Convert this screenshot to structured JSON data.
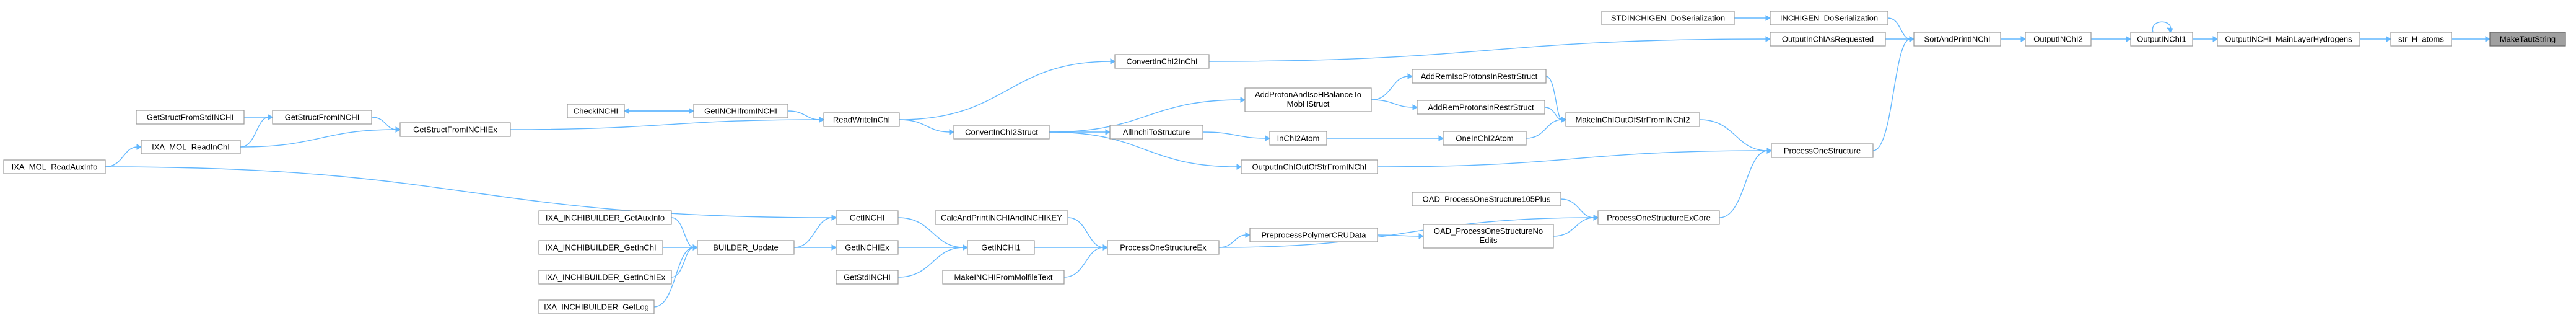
{
  "diagram": {
    "type": "call-graph",
    "nodes": [
      {
        "id": "MakeTautString",
        "label": "MakeTautString",
        "root": true
      },
      {
        "id": "str_H_atoms",
        "label": "str_H_atoms"
      },
      {
        "id": "OutputINCHI_MainLayerHydrogens",
        "label": "OutputINCHI_MainLayerHydrogens"
      },
      {
        "id": "OutputINChI1",
        "label": "OutputINChI1"
      },
      {
        "id": "OutputINChI2",
        "label": "OutputINChI2"
      },
      {
        "id": "SortAndPrintINChI",
        "label": "SortAndPrintINChI"
      },
      {
        "id": "INCHIGEN_DoSerialization",
        "label": "INCHIGEN_DoSerialization"
      },
      {
        "id": "STDINCHIGEN_DoSerialization",
        "label": "STDINCHIGEN_DoSerialization"
      },
      {
        "id": "OutputInChIAsRequested",
        "label": "OutputInChIAsRequested"
      },
      {
        "id": "ConvertInChI2InChI",
        "label": "ConvertInChI2InChI"
      },
      {
        "id": "ProcessOneStructure",
        "label": "ProcessOneStructure"
      },
      {
        "id": "ProcessOneStructureExCore",
        "label": "ProcessOneStructureExCore"
      },
      {
        "id": "OAD_ProcessOneStructure105Plus",
        "label": "OAD_ProcessOneStructure105Plus"
      },
      {
        "id": "OAD_ProcessOneStructureNoEdits",
        "label": [
          "OAD_ProcessOneStructureNo",
          "Edits"
        ]
      },
      {
        "id": "PreprocessPolymerCRUData",
        "label": "PreprocessPolymerCRUData"
      },
      {
        "id": "ProcessOneStructureEx",
        "label": "ProcessOneStructureEx"
      },
      {
        "id": "GetINCHI1",
        "label": "GetINCHI1"
      },
      {
        "id": "CalcAndPrintINCHIAndINCHIKEY",
        "label": "CalcAndPrintINCHIAndINCHIKEY"
      },
      {
        "id": "MakeINCHIFromMolfileText",
        "label": "MakeINCHIFromMolfileText"
      },
      {
        "id": "GetINCHI",
        "label": "GetINCHI"
      },
      {
        "id": "GetINCHIEx",
        "label": "GetINCHIEx"
      },
      {
        "id": "GetStdINCHI",
        "label": "GetStdINCHI"
      },
      {
        "id": "BUILDER_Update",
        "label": "BUILDER_Update"
      },
      {
        "id": "IXA_INCHIBUILDER_GetAuxInfo",
        "label": "IXA_INCHIBUILDER_GetAuxInfo"
      },
      {
        "id": "IXA_INCHIBUILDER_GetInChI",
        "label": "IXA_INCHIBUILDER_GetInChI"
      },
      {
        "id": "IXA_INCHIBUILDER_GetInChIEx",
        "label": "IXA_INCHIBUILDER_GetInChIEx"
      },
      {
        "id": "IXA_INCHIBUILDER_GetLog",
        "label": "IXA_INCHIBUILDER_GetLog"
      },
      {
        "id": "IXA_MOL_ReadAuxInfo",
        "label": "IXA_MOL_ReadAuxInfo"
      },
      {
        "id": "MakeInChIOutOfStrFromINChI2",
        "label": "MakeInChIOutOfStrFromINChI2"
      },
      {
        "id": "AddRemIsoProtonsInRestrStruct",
        "label": "AddRemIsoProtonsInRestrStruct"
      },
      {
        "id": "AddRemProtonsInRestrStruct",
        "label": "AddRemProtonsInRestrStruct"
      },
      {
        "id": "OneInChI2Atom",
        "label": "OneInChI2Atom"
      },
      {
        "id": "OutputInChIOutOfStrFromINChI",
        "label": "OutputInChIOutOfStrFromINChI"
      },
      {
        "id": "AddProtonAndIsoHBalanceToMobHStruct",
        "label": [
          "AddProtonAndIsoHBalanceTo",
          "MobHStruct"
        ]
      },
      {
        "id": "InChI2Atom",
        "label": "InChI2Atom"
      },
      {
        "id": "AllInchiToStructure",
        "label": "AllInchiToStructure"
      },
      {
        "id": "ConvertInChI2Struct",
        "label": "ConvertInChI2Struct"
      },
      {
        "id": "ReadWriteInChI",
        "label": "ReadWriteInChI"
      },
      {
        "id": "GetINCHIfromINCHI",
        "label": "GetINCHIfromINCHI"
      },
      {
        "id": "CheckINCHI",
        "label": "CheckINCHI"
      },
      {
        "id": "GetStructFromINCHIEx",
        "label": "GetStructFromINCHIEx"
      },
      {
        "id": "GetStructFromINCHI",
        "label": "GetStructFromINCHI"
      },
      {
        "id": "GetStructFromStdINCHI",
        "label": "GetStructFromStdINCHI"
      },
      {
        "id": "IXA_MOL_ReadInChI",
        "label": "IXA_MOL_ReadInChI"
      }
    ],
    "edges": [
      [
        "str_H_atoms",
        "MakeTautString"
      ],
      [
        "OutputINCHI_MainLayerHydrogens",
        "str_H_atoms"
      ],
      [
        "OutputINChI1",
        "OutputINCHI_MainLayerHydrogens"
      ],
      [
        "OutputINChI1",
        "OutputINChI1"
      ],
      [
        "OutputINChI2",
        "OutputINChI1"
      ],
      [
        "SortAndPrintINChI",
        "OutputINChI2"
      ],
      [
        "INCHIGEN_DoSerialization",
        "SortAndPrintINChI"
      ],
      [
        "STDINCHIGEN_DoSerialization",
        "INCHIGEN_DoSerialization"
      ],
      [
        "OutputInChIAsRequested",
        "SortAndPrintINChI"
      ],
      [
        "ConvertInChI2InChI",
        "OutputInChIAsRequested"
      ],
      [
        "ProcessOneStructure",
        "SortAndPrintINChI"
      ],
      [
        "ProcessOneStructureExCore",
        "ProcessOneStructure"
      ],
      [
        "OAD_ProcessOneStructure105Plus",
        "ProcessOneStructureExCore"
      ],
      [
        "OAD_ProcessOneStructureNoEdits",
        "ProcessOneStructureExCore"
      ],
      [
        "PreprocessPolymerCRUData",
        "OAD_ProcessOneStructureNoEdits"
      ],
      [
        "ProcessOneStructureEx",
        "PreprocessPolymerCRUData"
      ],
      [
        "ProcessOneStructureEx",
        "ProcessOneStructureExCore"
      ],
      [
        "GetINCHI1",
        "ProcessOneStructureEx"
      ],
      [
        "CalcAndPrintINCHIAndINCHIKEY",
        "ProcessOneStructureEx"
      ],
      [
        "MakeINCHIFromMolfileText",
        "ProcessOneStructureEx"
      ],
      [
        "GetINCHI",
        "GetINCHI1"
      ],
      [
        "GetINCHIEx",
        "GetINCHI1"
      ],
      [
        "GetStdINCHI",
        "GetINCHI1"
      ],
      [
        "BUILDER_Update",
        "GetINCHI"
      ],
      [
        "BUILDER_Update",
        "GetINCHIEx"
      ],
      [
        "IXA_INCHIBUILDER_GetAuxInfo",
        "BUILDER_Update"
      ],
      [
        "IXA_INCHIBUILDER_GetInChI",
        "BUILDER_Update"
      ],
      [
        "IXA_INCHIBUILDER_GetInChIEx",
        "BUILDER_Update"
      ],
      [
        "IXA_INCHIBUILDER_GetLog",
        "BUILDER_Update"
      ],
      [
        "IXA_MOL_ReadAuxInfo",
        "GetINCHI"
      ],
      [
        "MakeInChIOutOfStrFromINChI2",
        "ProcessOneStructure"
      ],
      [
        "AddRemIsoProtonsInRestrStruct",
        "MakeInChIOutOfStrFromINChI2"
      ],
      [
        "AddRemProtonsInRestrStruct",
        "MakeInChIOutOfStrFromINChI2"
      ],
      [
        "OneInChI2Atom",
        "MakeInChIOutOfStrFromINChI2"
      ],
      [
        "OutputInChIOutOfStrFromINChI",
        "ProcessOneStructure"
      ],
      [
        "AddProtonAndIsoHBalanceToMobHStruct",
        "AddRemIsoProtonsInRestrStruct"
      ],
      [
        "AddProtonAndIsoHBalanceToMobHStruct",
        "AddRemProtonsInRestrStruct"
      ],
      [
        "InChI2Atom",
        "OneInChI2Atom"
      ],
      [
        "AllInchiToStructure",
        "InChI2Atom"
      ],
      [
        "ConvertInChI2Struct",
        "AddProtonAndIsoHBalanceToMobHStruct"
      ],
      [
        "ConvertInChI2Struct",
        "AllInchiToStructure"
      ],
      [
        "ConvertInChI2Struct",
        "OutputInChIOutOfStrFromINChI"
      ],
      [
        "ReadWriteInChI",
        "ConvertInChI2InChI"
      ],
      [
        "ReadWriteInChI",
        "ConvertInChI2Struct"
      ],
      [
        "GetINCHIfromINCHI",
        "ReadWriteInChI"
      ],
      [
        "CheckINCHI",
        "GetINCHIfromINCHI"
      ],
      [
        "GetINCHIfromINCHI",
        "CheckINCHI"
      ],
      [
        "GetStructFromINCHIEx",
        "ReadWriteInChI"
      ],
      [
        "GetStructFromINCHI",
        "GetStructFromINCHIEx"
      ],
      [
        "GetStructFromStdINCHI",
        "GetStructFromINCHI"
      ],
      [
        "IXA_MOL_ReadInChI",
        "GetStructFromINCHI"
      ],
      [
        "IXA_MOL_ReadInChI",
        "GetStructFromINCHIEx"
      ],
      [
        "IXA_MOL_ReadAuxInfo",
        "IXA_MOL_ReadInChI"
      ]
    ],
    "colors": {
      "edge": "#63b8ff",
      "node_border": "#999999",
      "node_fill": "#ffffff",
      "root_fill": "#a0a0a0",
      "background": "#ffffff"
    }
  }
}
